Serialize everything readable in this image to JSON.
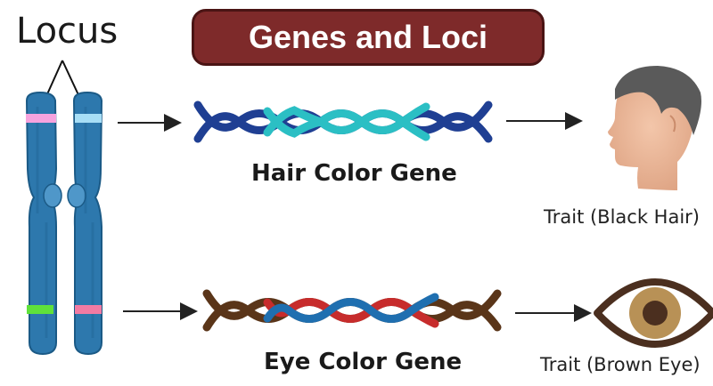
{
  "title": "Genes and Loci",
  "locus_label": "Locus",
  "genes": [
    {
      "name": "Hair Color Gene",
      "trait": "Trait (Black Hair)"
    },
    {
      "name": "Eye Color Gene",
      "trait": "Trait (Brown Eye)"
    }
  ],
  "colors": {
    "banner": "#7e2a2a",
    "chromosome": "#2d78ad",
    "dna_dark_blue": "#1f3f93",
    "dna_teal": "#2bbfc4",
    "dna_brown": "#5a3519",
    "dna_red": "#c72c2c",
    "dna_blue": "#1f6fb0",
    "locus_pink": "#f6a3de",
    "locus_light_blue": "#a7def6",
    "locus_green": "#5fe13a",
    "locus_rose": "#f27ba3"
  },
  "icons": [
    "chromosome-icon",
    "head-silhouette-icon",
    "eye-icon",
    "arrow-right-icon"
  ]
}
